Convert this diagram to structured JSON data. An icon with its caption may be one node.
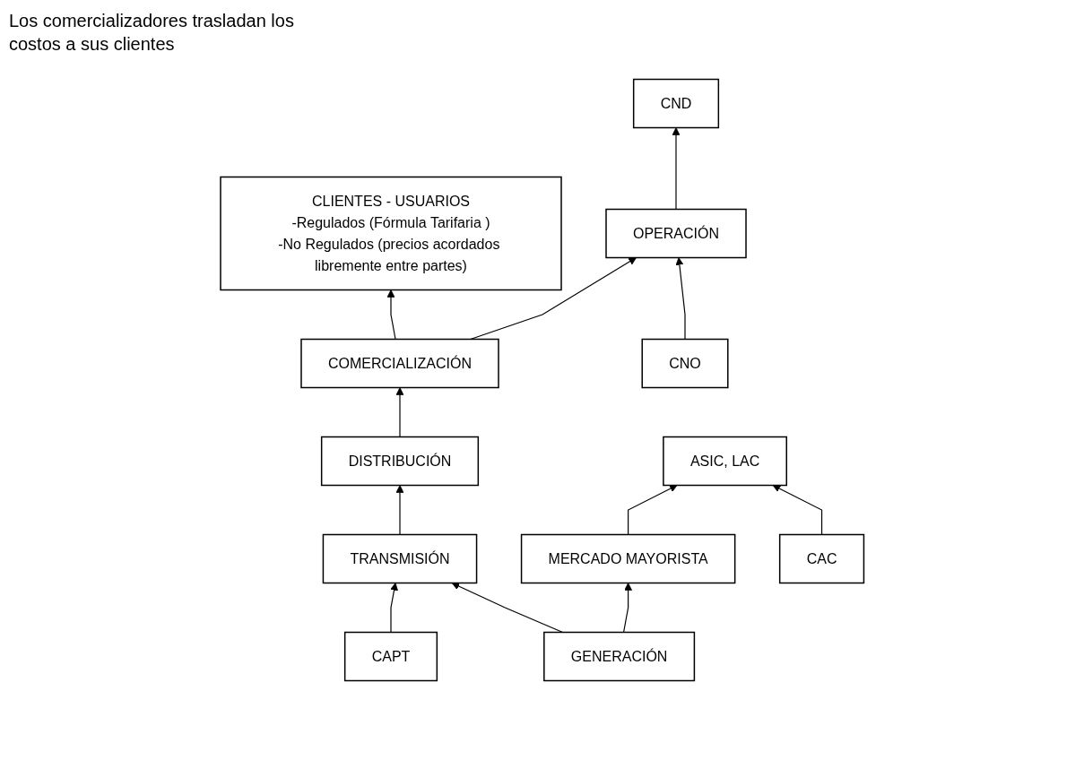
{
  "diagram": {
    "nodes": [
      {
        "text": [
          "CLIENTES - USUARIOS",
          "-Regulados (Fórmula Tarifaria )",
          "-No Regulados (precios acordados libremente entre partes)"
        ]
      },
      {
        "text": [
          "COMERCIALIZACIÓN"
        ]
      },
      {
        "text": [
          "CNO"
        ]
      },
      {
        "text": [
          "DISTRIBUCIÓN"
        ]
      },
      {
        "text": [
          "OPERACIÓN"
        ]
      },
      {
        "text": [
          "CND"
        ]
      },
      {
        "text": [
          "TRANSMISIÓN"
        ]
      },
      {
        "text": [
          "MERCADO MAYORISTA"
        ]
      },
      {
        "text": [
          "ASIC, LAC"
        ]
      },
      {
        "text": [
          "CAPT"
        ]
      },
      {
        "text": [
          "GENERACIÓN"
        ]
      },
      {
        "text": [
          "CAC"
        ]
      }
    ],
    "edges": [
      {
        "from": 1,
        "to": 0,
        "arrow": "to"
      },
      {
        "from": 1,
        "to": 4,
        "arrow": "to"
      },
      {
        "from": 2,
        "to": 4,
        "arrow": "to"
      },
      {
        "from": 4,
        "to": 5,
        "arrow": "to"
      },
      {
        "from": 3,
        "to": 1,
        "arrow": "to"
      },
      {
        "from": 6,
        "to": 3,
        "arrow": "to"
      },
      {
        "from": 9,
        "to": 6,
        "arrow": "to"
      },
      {
        "from": 10,
        "to": 6,
        "arrow": "to"
      },
      {
        "from": 10,
        "to": 7,
        "arrow": "to"
      },
      {
        "from": 7,
        "to": 8,
        "arrow": "to"
      },
      {
        "from": 11,
        "to": 8,
        "arrow": "to"
      }
    ],
    "labels": [
      "Los comercializadores trasladan los costos a sus clientes"
    ]
  }
}
